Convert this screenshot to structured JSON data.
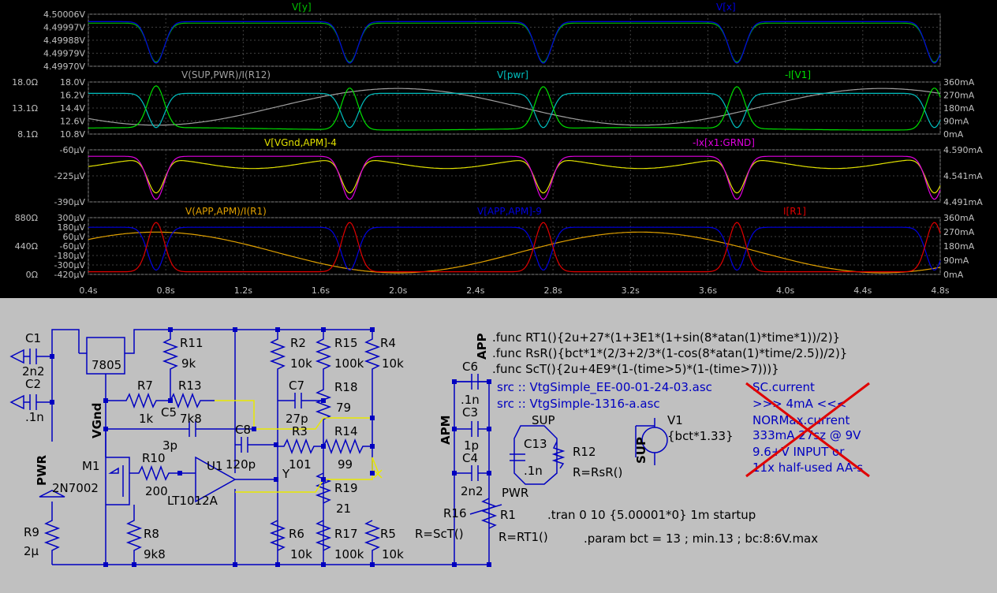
{
  "waveform": {
    "x_ticks": [
      "0.4s",
      "0.8s",
      "1.2s",
      "1.6s",
      "2.0s",
      "2.4s",
      "2.8s",
      "3.2s",
      "3.6s",
      "4.0s",
      "4.4s",
      "4.8s"
    ],
    "x_range": [
      0.4,
      4.8
    ],
    "panes": [
      {
        "left_ticks": [
          "4.50006V",
          "4.49997V",
          "4.49988V",
          "4.49979V",
          "4.49970V"
        ],
        "left2_ticks": [],
        "right_ticks": [],
        "traces": [
          {
            "label": "V[y]",
            "color": "#00c000"
          },
          {
            "label": "V[x]",
            "color": "#0000e0"
          }
        ]
      },
      {
        "left_ticks": [
          "18.0V",
          "16.2V",
          "14.4V",
          "12.6V",
          "10.8V"
        ],
        "left2_ticks": [
          "18.0Ω",
          "13.1Ω",
          "8.1Ω"
        ],
        "right_ticks": [
          "360mA",
          "270mA",
          "180mA",
          "90mA",
          "0mA"
        ],
        "traces": [
          {
            "label": "V(SUP,PWR)/I(R12)",
            "color": "#a0a0a0"
          },
          {
            "label": "V[pwr]",
            "color": "#00c0c0"
          },
          {
            "label": "-I[V1]",
            "color": "#00e000"
          }
        ]
      },
      {
        "left_ticks": [
          "-60µV",
          "-225µV",
          "-390µV"
        ],
        "left2_ticks": [],
        "right_ticks": [
          "4.590mA",
          "4.541mA",
          "4.491mA"
        ],
        "traces": [
          {
            "label": "V[VGnd,APM]-4",
            "color": "#e0e000"
          },
          {
            "label": "-Ix[x1:GRND]",
            "color": "#e000e0"
          }
        ]
      },
      {
        "left_ticks": [
          "300µV",
          "180µV",
          "60µV",
          "-60µV",
          "-180µV",
          "-300µV",
          "-420µV"
        ],
        "left2_ticks": [
          "880Ω",
          "440Ω",
          "0Ω"
        ],
        "right_ticks": [
          "360mA",
          "270mA",
          "180mA",
          "90mA",
          "0mA"
        ],
        "traces": [
          {
            "label": "V(APP,APM)/I(R1)",
            "color": "#e0a000"
          },
          {
            "label": "V[APP,APM]-9",
            "color": "#0000e0"
          },
          {
            "label": "I[R1]",
            "color": "#e00000"
          }
        ]
      }
    ]
  },
  "schematic": {
    "directives": [
      ".func RT1(){2u+27*(1+3E1*(1+sin(8*atan(1)*time*1))/2)}",
      ".func RsR(){bct*1*(2/3+2/3*(1-cos(8*atan(1)*time/2.5))/2)}",
      ".func ScT(){2u+4E9*(1-(time>5)*(1-(time>7)))}"
    ],
    "src_lines": [
      "src :: VtgSimple_EE-00-01-24-03.asc",
      "src :: VtgSimple-1316-a.asc"
    ],
    "crossed_note": [
      "SC.current",
      ">>> 4mA <<<",
      "NORMax.current",
      "333mA 27sz @ 9V",
      "9.6+V INPUT or",
      "11x half-used AA-s"
    ],
    "tran": ".tran 0 10 {5.00001*0} 1m startup",
    "param": ".param bct = 13 ; min.13 ; bc:8:6V.max",
    "components": {
      "C1": "C1",
      "C1v": "2n2",
      "C2": "C2",
      "C2v": ".1n",
      "reg": "7805",
      "R11": "R11",
      "R11v": "9k",
      "R7": "R7",
      "R7v": "1k",
      "R13": "R13",
      "R13v": "7k8",
      "C5": "C5",
      "C5v": "3p",
      "vgnd": "VGnd",
      "M1": "M1",
      "M1v": "2N7002",
      "R10": "R10",
      "R10v": "200",
      "U1": "U1",
      "U1v": "LT1012A",
      "C8": "C8",
      "C8v": "120p",
      "R8": "R8",
      "R8v": "9k8",
      "R9": "R9",
      "R9v": "2µ",
      "pwr": "PWR",
      "R2": "R2",
      "R2v": "10k",
      "R15": "R15",
      "R15v": "100k",
      "R4": "R4",
      "R4v": "10k",
      "C7": "C7",
      "C7v": "27p",
      "R18": "R18",
      "R18v": "79",
      "R3": "R3",
      "R3v": "101",
      "R14": "R14",
      "R14v": "99",
      "R19": "R19",
      "R19v": "21",
      "Y": "Y",
      "R6": "R6",
      "R6v": "10k",
      "R17": "R17",
      "R17v": "100k",
      "R5": "R5",
      "R5v": "10k",
      "C6": "C6",
      "C6v": ".1n",
      "C3": "C3",
      "C3v": "1p",
      "C4": "C4",
      "C4v": "2n2",
      "app": "APP",
      "apm": "APM",
      "R16": "R16",
      "R16v": "R=ScT()",
      "R1": "R1",
      "R1v": "R=RT1()",
      "C13": "C13",
      "C13v": ".1n",
      "sup": "SUP",
      "pwr2": "PWR",
      "R12": "R12",
      "R12v": "R=RsR()",
      "V1": "V1",
      "V1v": "{bct*1.33}",
      "sup2": "SUP"
    }
  }
}
